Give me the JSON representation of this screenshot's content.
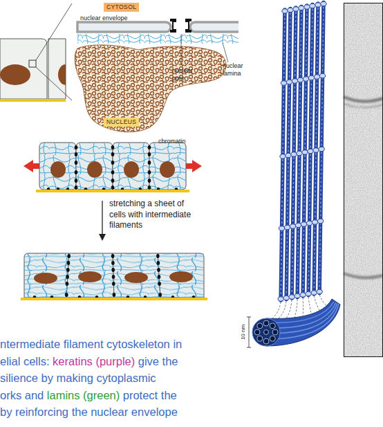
{
  "diagram": {
    "nodes": [
      {
        "text": [
          "CYTOSOL"
        ]
      },
      {
        "text": [
          "NUCLEUS"
        ]
      }
    ],
    "labels": [
      "nuclear envelope",
      "nuclear pore",
      "nuclear lamina",
      "chromatin",
      "stretching a sheet of cells with intermediate filaments",
      "10 nm",
      "ntermediate filament cytoskeleton in",
      "elial cells:",
      "keratins (purple)",
      "give the",
      "silience by making cytoplasmic",
      "orks and",
      "lamins (green)",
      "protect the",
      "by reinforcing the nuclear envelope"
    ]
  }
}
